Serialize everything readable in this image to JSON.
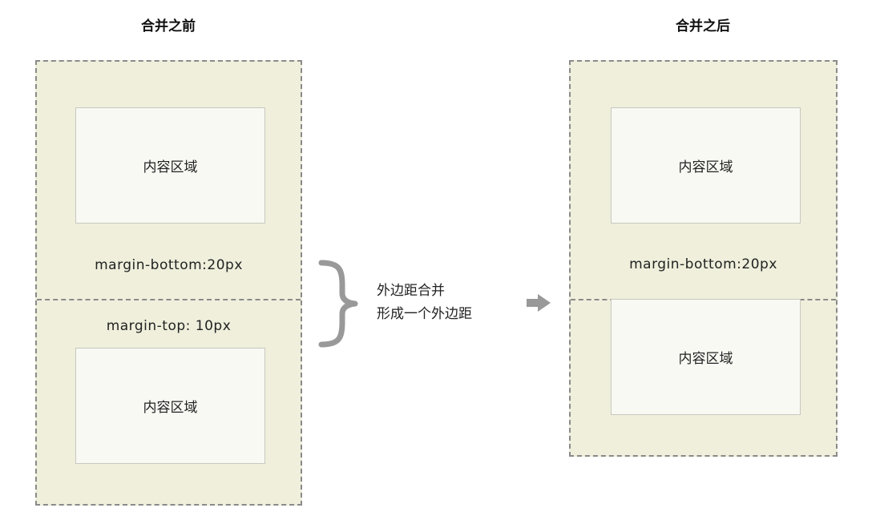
{
  "before": {
    "title": "合并之前",
    "top_content": "内容区域",
    "margin_bottom_label": "margin-bottom:20px",
    "margin_top_label": "margin-top: 10px",
    "bottom_content": "内容区域"
  },
  "middle": {
    "caption_line1": "外边距合并",
    "caption_line2": "形成一个外边距"
  },
  "after": {
    "title": "合并之后",
    "top_content": "内容区域",
    "margin_bottom_label": "margin-bottom:20px",
    "bottom_content": "内容区域"
  },
  "colors": {
    "margin_fill": "#efefdc",
    "content_fill": "#f9f9f4",
    "dash_border": "#8a8a8a",
    "connector": "#999999"
  }
}
